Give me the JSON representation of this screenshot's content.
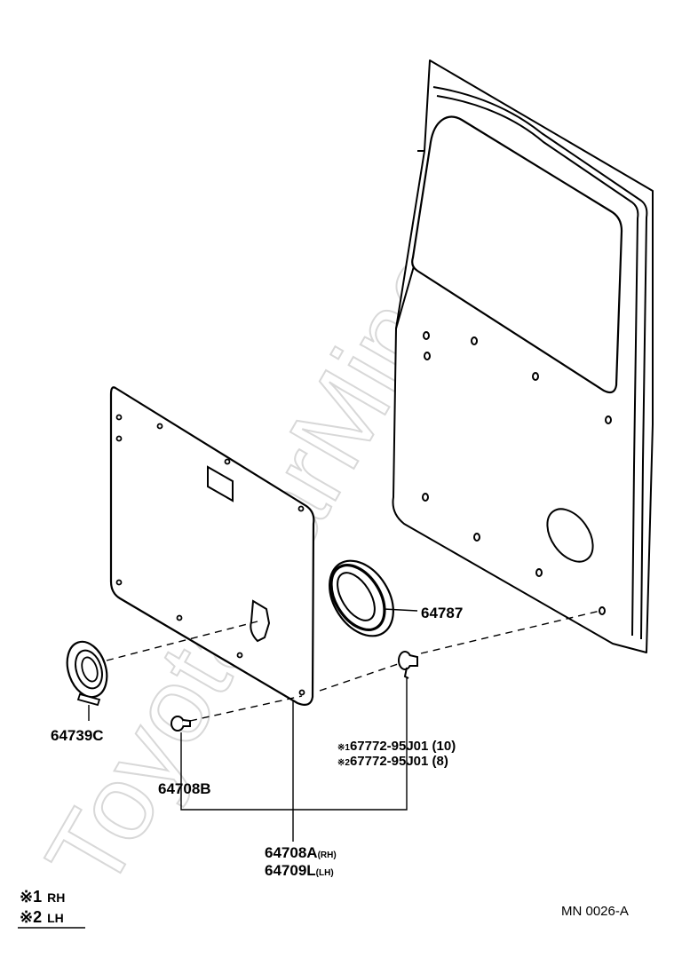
{
  "watermark": "ToyotaCarMine.ru",
  "parts": {
    "speaker_cover": "64739C",
    "grommet": "64787",
    "clip_small": "64708B",
    "panel_rh": "64708A",
    "panel_rh_suffix": "(RH)",
    "panel_lh": "64709L",
    "panel_lh_suffix": "(LH)",
    "screw_1_mark": "※1",
    "screw_1": "67772-95J01 (10)",
    "screw_2_mark": "※2",
    "screw_2": "67772-95J01 (8)"
  },
  "legend": {
    "item1_mark": "※1",
    "item1_text": "RH",
    "item2_mark": "※2",
    "item2_text": "LH"
  },
  "diagram_code": "MN 0026-A"
}
